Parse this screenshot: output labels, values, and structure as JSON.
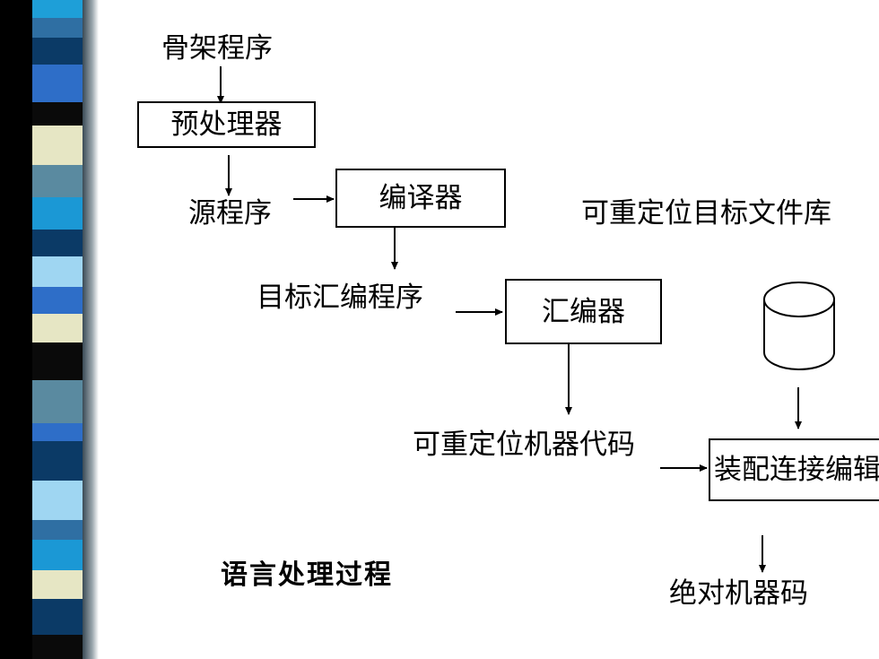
{
  "diagram": {
    "skeleton_program": "骨架程序",
    "preprocessor": "预处理器",
    "source_program": "源程序",
    "compiler": "编译器",
    "reloc_lib": "可重定位目标文件库",
    "target_asm": "目标汇编程序",
    "assembler": "汇编器",
    "reloc_code": "可重定位机器代码",
    "linker_loader": "装配连接编辑",
    "absolute_code": "绝对机器码",
    "caption": "语言处理过程"
  }
}
